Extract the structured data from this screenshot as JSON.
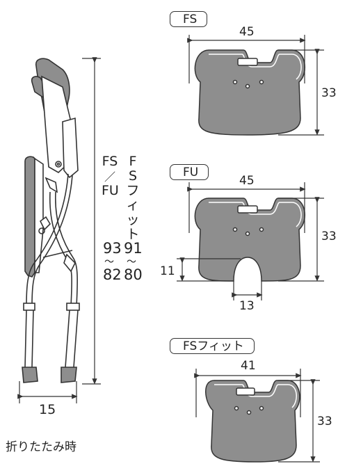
{
  "colors": {
    "seat_fill": "#8e8e8e",
    "line": "#333333",
    "frame": "#a0a0a0"
  },
  "folded": {
    "width_dim": "15",
    "caption": "折りたたみ時"
  },
  "heights": {
    "col_a": {
      "top": "FS",
      "slash": "／",
      "bottom": "FU"
    },
    "col_b": [
      "F",
      "S",
      "フ",
      "ィ",
      "ッ",
      "ト"
    ],
    "col_a_nums": {
      "from": "9",
      "tilde": "〜",
      "to": "8"
    },
    "num_a_rest_top": "3",
    "num_a_rest_bottom": "2",
    "col_b_nums": {
      "from": "9",
      "tilde": "〜",
      "to": "8"
    },
    "num_b_rest_top": "1",
    "num_b_rest_bottom": "0"
  },
  "seats": [
    {
      "label": "FS",
      "width": "45",
      "depth": "33"
    },
    {
      "label": "FU",
      "width": "45",
      "depth": "33",
      "cutout_depth": "11",
      "cutout_width": "13"
    },
    {
      "label": "FSフィット",
      "width": "41",
      "depth": "33"
    }
  ]
}
